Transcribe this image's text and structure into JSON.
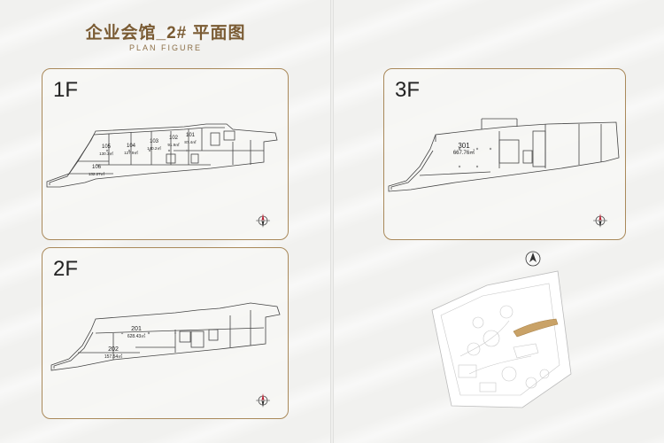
{
  "title": "企业会馆_2# 平面图",
  "subtitle": "PLAN FIGURE",
  "panels": {
    "f1": {
      "label": "1F",
      "units": [
        {
          "id": "105",
          "area": "130.3㎡"
        },
        {
          "id": "104",
          "area": "127.9㎡"
        },
        {
          "id": "103",
          "area": "140.2㎡"
        },
        {
          "id": "102",
          "area": "91.9㎡"
        },
        {
          "id": "101",
          "area": "87.4㎡"
        },
        {
          "id": "106",
          "area": "132.27㎡"
        }
      ]
    },
    "f2": {
      "label": "2F",
      "units": [
        {
          "id": "201",
          "area": "628.43㎡"
        },
        {
          "id": "202",
          "area": "157.54㎡"
        }
      ]
    },
    "f3": {
      "label": "3F",
      "units": [
        {
          "id": "301",
          "area": "667.76㎡"
        }
      ]
    }
  },
  "site_map": {
    "north_marker": "N",
    "highlight_color": "#c9a267"
  },
  "colors": {
    "gold": "#a9895a",
    "title": "#7a5b33"
  }
}
